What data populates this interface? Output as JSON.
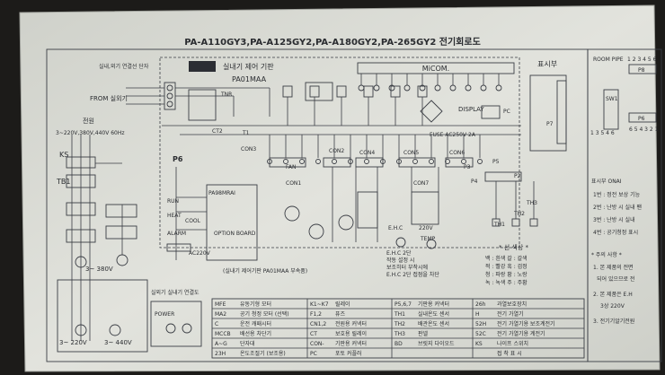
{
  "diagram": {
    "title": "PA-A110GY3,PA-A125GY2,PA-A180GY2,PA-265GY2 전기회로도",
    "board": {
      "title": "실내기 제어 기판",
      "code": "PA01MAA"
    },
    "micom": "MiCOM.",
    "display_section": "표시부",
    "left": {
      "indoor_unit_label": "실내,외기 연결선 단자",
      "from_label": "FROM 실외기",
      "power_label": "전원",
      "voltage": "3~220V,380V,440V 60Hz",
      "ks": "KS",
      "tb1": "TB1",
      "motor_voltage": "3~ 380V",
      "bottom_voltage_1": "3~ 220V",
      "bottom_voltage_2": "3~ 440V"
    },
    "components": {
      "p6": "P6",
      "pa98mrai": "PA98MRAI",
      "option_board": "OPTION BOARD",
      "run": "RUN",
      "heat": "HEAT",
      "cool": "COOL",
      "alarm": "ALARM",
      "ac220v": "AC220V",
      "display": "DISPLAY",
      "fuse": "FUSE AC250V 2A",
      "tnr": "TNR",
      "ct2": "CT2",
      "t1": "T1",
      "pc": "PC",
      "p7": "P7",
      "con3": "CON3",
      "con2": "CON2",
      "con4": "CON4",
      "con5": "CON5",
      "con6": "CON6",
      "con7": "CON7",
      "con1": "CON1",
      "fan": "FAN",
      "p2": "P2",
      "p3": "P3",
      "p4": "P4",
      "p5": "P5",
      "th1": "TH1",
      "th2": "TH2",
      "th3": "TH3",
      "ehc": "E.H.C",
      "temp": "TEMP",
      "vr": "220V",
      "power": "POWER"
    },
    "board_note": "(실내기 제어기판 PA01MAA 부속품)",
    "remote_label": "실외기 실내기 연결도",
    "right": {
      "room_pipe": "ROOM PIPE",
      "pipe_nums": "1 2 3 4 5 6",
      "p8": "P8",
      "p6r": "P6",
      "nums": "6 5 4 3 2 1",
      "sw_label": "SW1",
      "seq": "1 3 5 4 6",
      "notes_title": "표시부 ONAI",
      "n1": "1번 : 정전 보상 기능",
      "n2": "2번 : 난방 시 실내 팬",
      "n3": "3번 : 난방 시 실내",
      "n4": "4번 : 공기청정 표시",
      "caution_title": "* 주의 사항 *",
      "c1": "1. 본 제품의 전면",
      "c1b": "되어 있으므로 전",
      "c2": "2. 본 제품은 E.H",
      "c2b": "3상 220V",
      "c3": "3. 전기기알기전원"
    },
    "color_table": {
      "title": "* 선 색상 *",
      "rows": [
        "백 : 흰색   갈 : 갈색",
        "적 : 빨강   흑 : 검정",
        "청 : 파랑   황 : 노랑",
        "녹 : 녹색   주 : 주황"
      ]
    },
    "ehc_note": [
      "E.H.C 2단",
      "작동 설정 시",
      "보조히터 부착시에",
      "E.H.C 2단 접점을 차단"
    ],
    "legend": [
      [
        "MFE",
        "유동기형 모터",
        "K1~K7",
        "릴레이",
        "P5,6,7",
        "기판용 커넥터",
        "26h",
        "과열보호장치"
      ],
      [
        "MA2",
        "공기 청정 모터 (선택)",
        "F1,2",
        "퓨즈",
        "TH1",
        "실내온도 센서",
        "H",
        "전기 가열기"
      ],
      [
        "C",
        "운전 캐패시터",
        "CN1,2",
        "전원용 커넥터",
        "TH2",
        "배관온도 센서",
        "52H",
        "전기 가열기용 보조계전기"
      ],
      [
        "MCCB",
        "배선용 차단기",
        "CT",
        "보호용 릴레이",
        "TH3",
        "판넬",
        "52C",
        "전기 가열기용 계전기"
      ],
      [
        "A~G",
        "단자대",
        "CON-",
        "기판용 커넥터",
        "BD",
        "브릿지 다이오드",
        "KS",
        "나이프 스위치"
      ],
      [
        "23H",
        "온도조절기 (보조용)",
        "PC",
        "포토 커플러",
        "",
        "",
        "",
        "접 착 표 시"
      ]
    ]
  }
}
